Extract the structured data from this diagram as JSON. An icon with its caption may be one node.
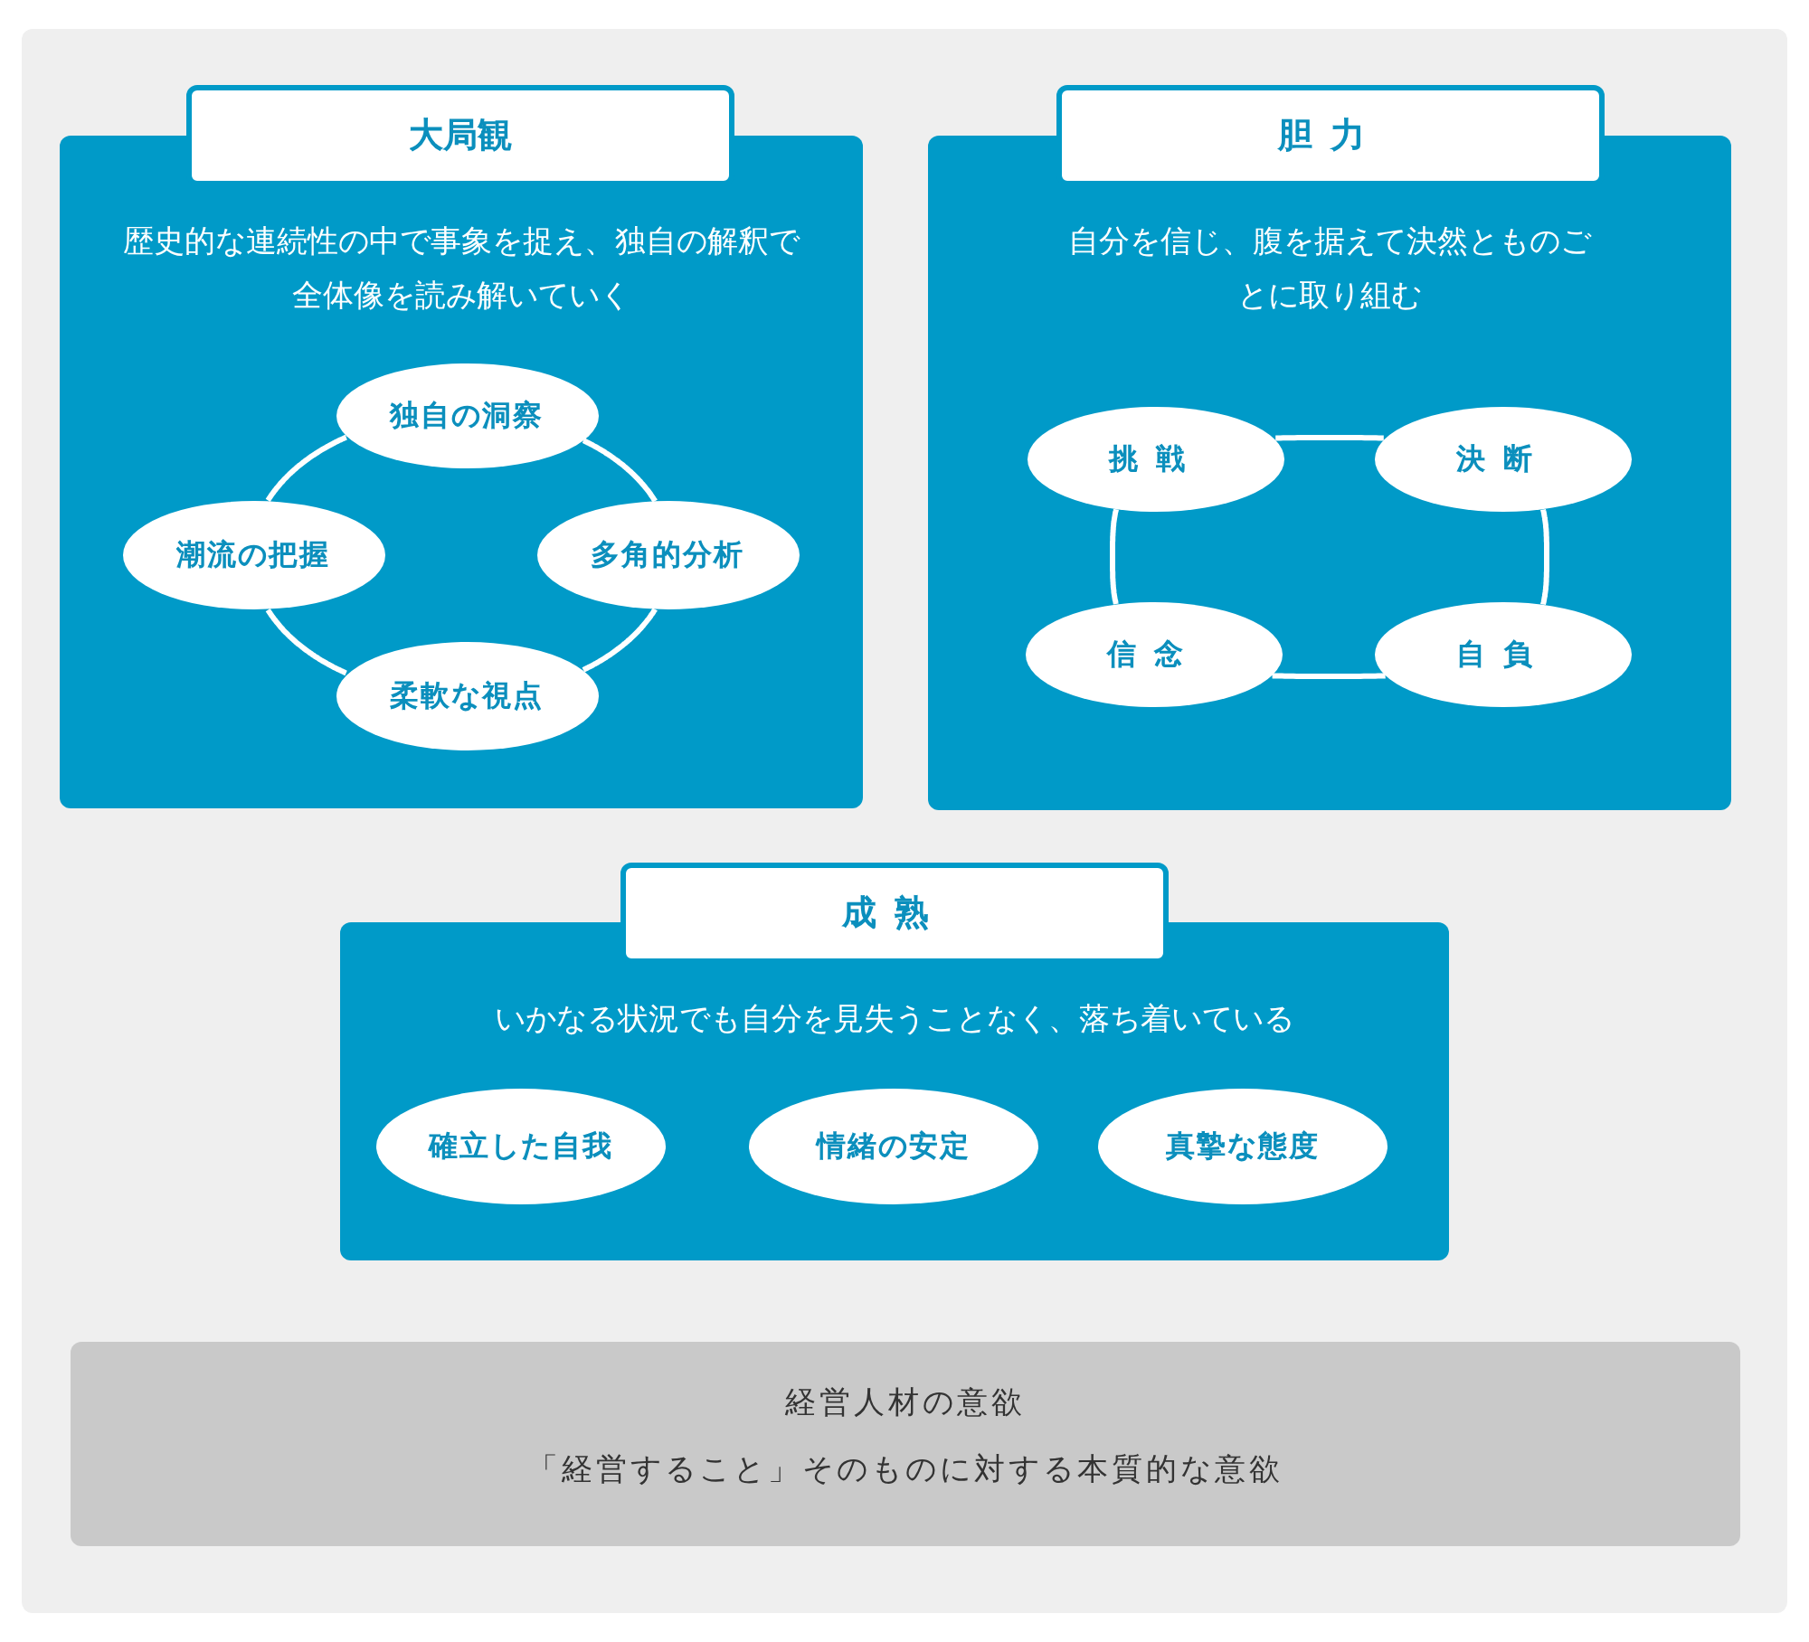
{
  "diagram": {
    "nodes": [
      {
        "text": [
          "大局観"
        ]
      },
      {
        "text": [
          "歴史的な連続性の中で事象を捉え、独自の解釈で全体像を読み解いていく"
        ]
      },
      {
        "text": [
          "独自の洞察"
        ],
        "in": 1
      },
      {
        "text": [
          "潮流の把握"
        ],
        "in": 1
      },
      {
        "text": [
          "多角的分析"
        ],
        "in": 1
      },
      {
        "text": [
          "柔軟な視点"
        ],
        "in": 1
      },
      {
        "text": [
          "胆力"
        ]
      },
      {
        "text": [
          "自分を信じ、腹を据えて決然とものごとに取り組む"
        ]
      },
      {
        "text": [
          "挑戦"
        ],
        "in": 7
      },
      {
        "text": [
          "決断"
        ],
        "in": 7
      },
      {
        "text": [
          "信念"
        ],
        "in": 7
      },
      {
        "text": [
          "自負"
        ],
        "in": 7
      },
      {
        "text": [
          "成熟"
        ]
      },
      {
        "text": [
          "いかなる状況でも自分を見失うことなく、落ち着いている"
        ]
      },
      {
        "text": [
          "確立した自我"
        ],
        "in": 13
      },
      {
        "text": [
          "情緒の安定"
        ],
        "in": 13
      },
      {
        "text": [
          "真摯な態度"
        ],
        "in": 13
      },
      {
        "text": [
          "経営人材の意欲",
          "「経営すること」そのものに対する本質的な意欲"
        ]
      }
    ],
    "edges": [
      {
        "from": 2,
        "to": 4,
        "arrow": "none"
      },
      {
        "from": 4,
        "to": 5,
        "arrow": "none"
      },
      {
        "from": 5,
        "to": 3,
        "arrow": "none"
      },
      {
        "from": 3,
        "to": 2,
        "arrow": "none"
      },
      {
        "from": 8,
        "to": 9,
        "arrow": "none"
      },
      {
        "from": 9,
        "to": 11,
        "arrow": "none"
      },
      {
        "from": 11,
        "to": 10,
        "arrow": "none"
      },
      {
        "from": 10,
        "to": 8,
        "arrow": "none"
      }
    ]
  }
}
